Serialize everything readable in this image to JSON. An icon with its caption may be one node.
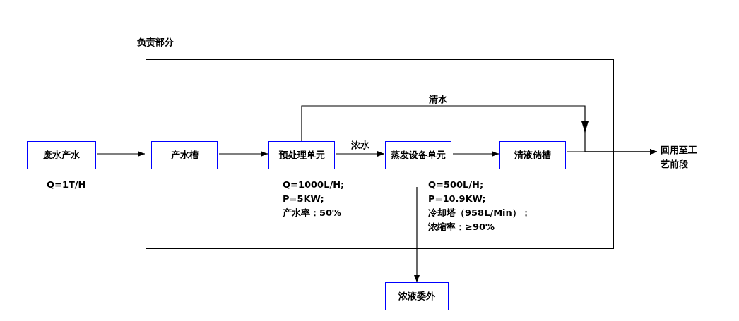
{
  "diagram": {
    "nodes": [
      {
        "text": [
          "负责部分"
        ]
      },
      {
        "text": [
          "废水产水"
        ],
        "beside": [
          "Q=1T/H"
        ]
      },
      {
        "text": [
          "产水槽"
        ],
        "in": 0
      },
      {
        "text": [
          "预处理单元"
        ],
        "in": 0,
        "beside": [
          "Q=1000L/H;",
          "P=5KW;",
          "产水率：50%"
        ]
      },
      {
        "text": [
          "蒸发设备单元"
        ],
        "in": 0,
        "beside": [
          "Q=500L/H;",
          "P=10.9KW;",
          "冷却塔（958L/Min）；",
          "浓缩率：≥90%"
        ]
      },
      {
        "text": [
          "清液储槽"
        ],
        "in": 0
      },
      {
        "text": [
          "回用至工艺前段"
        ]
      },
      {
        "text": [
          "浓液委外"
        ]
      }
    ],
    "edges": [
      {
        "from": 1,
        "to": 0,
        "arrow": "to"
      },
      {
        "from": 2,
        "to": 3,
        "arrow": "to"
      },
      {
        "from": 3,
        "to": 4,
        "arrow": "to",
        "label": "浓水"
      },
      {
        "from": 4,
        "to": 5,
        "arrow": "to"
      },
      {
        "from": 3,
        "to": 6,
        "arrow": "to",
        "label": "清水"
      },
      {
        "from": 5,
        "to": 6,
        "arrow": "to"
      },
      {
        "from": 4,
        "to": 7,
        "arrow": "to"
      }
    ]
  }
}
